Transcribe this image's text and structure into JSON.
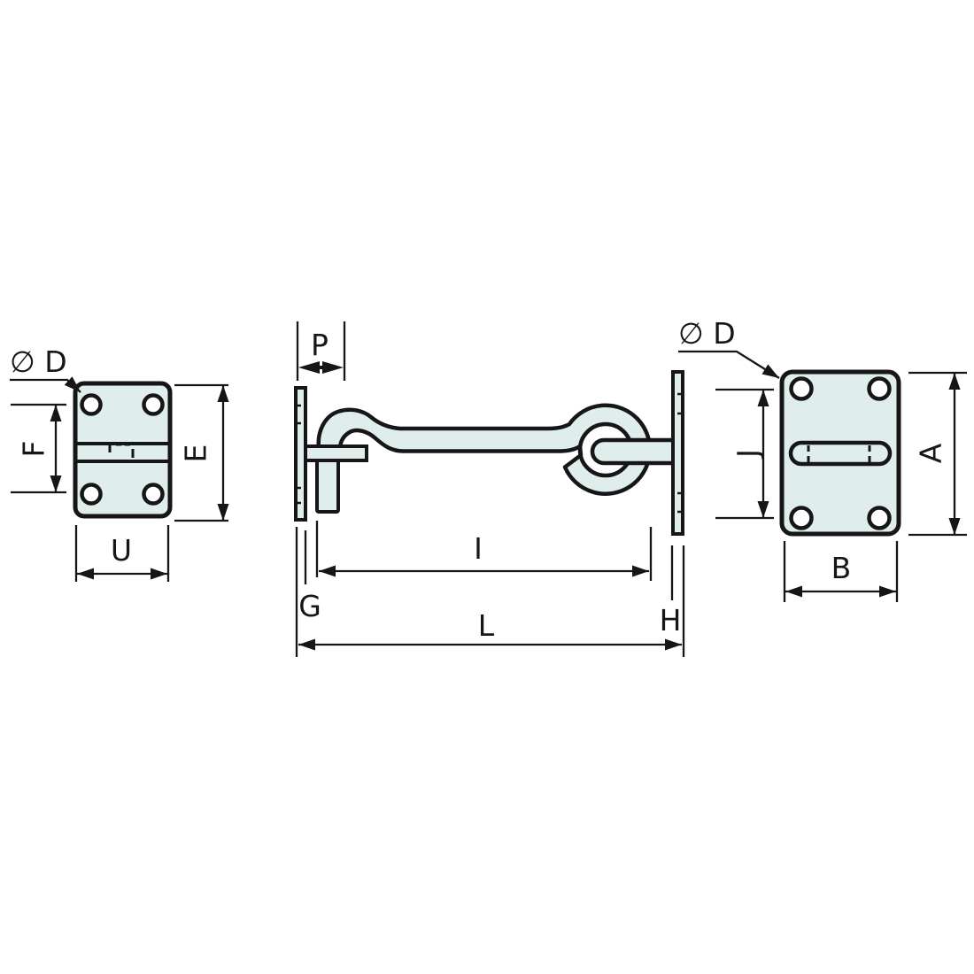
{
  "drawing": {
    "title": "cabin-hook-dimension-drawing",
    "background": "#ffffff",
    "part_fill": "#dfeeec",
    "line_color": "#161616",
    "views": {
      "left_plate_front": {
        "hole_diameter_label": "∅ D",
        "hole_spacing_label": "F",
        "plate_height_label": "E",
        "plate_width_label": "U"
      },
      "side_assembly": {
        "hook_projection_label": "P",
        "inner_span_label": "I",
        "left_gap_label": "G",
        "overall_length_label": "L",
        "right_gap_label": "H"
      },
      "right_plate_front": {
        "hole_diameter_label": "∅ D",
        "hole_spacing_label": "J",
        "plate_height_label": "A",
        "plate_width_label": "B"
      }
    }
  }
}
